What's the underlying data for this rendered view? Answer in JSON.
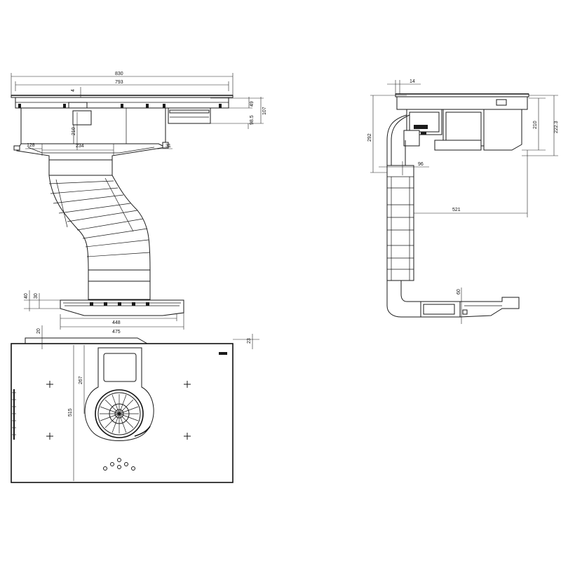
{
  "colors": {
    "line": "#1a1a1a",
    "background": "#ffffff",
    "accent_fill": "#e9e9e9"
  },
  "front_view": {
    "dims": {
      "d830": "830",
      "d793": "793",
      "d4": "4",
      "d49": "49",
      "d107": "107",
      "d98_5": "98.5",
      "d210": "210",
      "d128": "128",
      "d234": "234",
      "d31": "31"
    }
  },
  "side_view": {
    "dims": {
      "d14": "14",
      "d292": "292",
      "d210": "210",
      "d222_3": "222.3",
      "d96": "96",
      "d521": "521",
      "d60": "60"
    }
  },
  "base_view": {
    "dims": {
      "d40": "40",
      "d30": "30",
      "d448": "448",
      "d475": "475"
    }
  },
  "top_view": {
    "dims": {
      "d20": "20",
      "d23": "23",
      "d267": "267",
      "d515": "515"
    }
  }
}
